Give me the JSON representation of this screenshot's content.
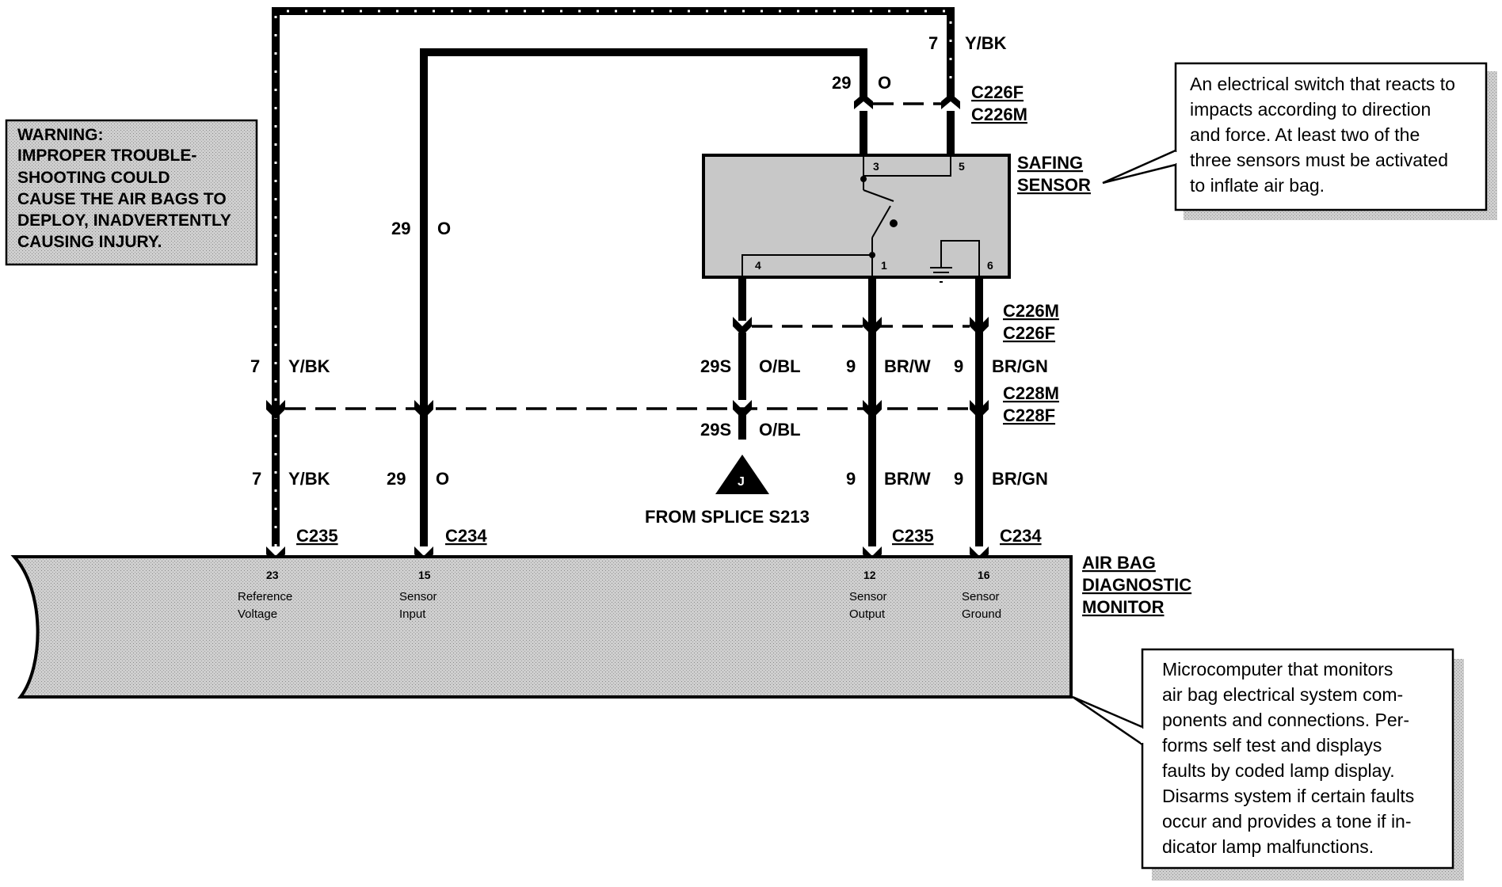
{
  "warning": {
    "lines": [
      "WARNING:",
      "IMPROPER TROUBLE-",
      "SHOOTING COULD",
      "CAUSE THE AIR BAGS TO",
      "DEPLOY, INADVERTENTLY",
      "CAUSING INJURY."
    ]
  },
  "safing_sensor": {
    "label_line1": "SAFING",
    "label_line2": "SENSOR",
    "pins": [
      "3",
      "5",
      "4",
      "1",
      "6"
    ],
    "note_lines": [
      "An electrical switch that reacts to",
      "impacts according to direction",
      "and force. At least two of the",
      "three sensors must be activated",
      "to inflate air bag."
    ]
  },
  "monitor": {
    "label_lines": [
      "AIR BAG",
      "DIAGNOSTIC",
      "MONITOR"
    ],
    "pins": [
      {
        "num": "23",
        "name1": "Reference",
        "name2": "Voltage"
      },
      {
        "num": "15",
        "name1": "Sensor",
        "name2": "Input"
      },
      {
        "num": "12",
        "name1": "Sensor",
        "name2": "Output"
      },
      {
        "num": "16",
        "name1": "Sensor",
        "name2": "Ground"
      }
    ],
    "note_lines": [
      "Microcomputer that monitors",
      "air bag electrical system com-",
      "ponents and connections. Per-",
      "forms self test and displays",
      "faults by coded lamp display.",
      "Disarms system if certain faults",
      "occur and provides a tone if in-",
      "dicator lamp malfunctions."
    ]
  },
  "connectors": {
    "c226f_top": "C226F",
    "c226m_top": "C226M",
    "c226m_bot": "C226M",
    "c226f_bot": "C226F",
    "c228m": "C228M",
    "c228f": "C228F",
    "c235_left": "C235",
    "c234_left": "C234",
    "c235_right": "C235",
    "c234_right": "C234"
  },
  "wires": {
    "top_7": "7",
    "top_ybk": "Y/BK",
    "top_29": "29",
    "top_o": "O",
    "mid_29": "29",
    "mid_o": "O",
    "left_7a": "7",
    "left_ybk_a": "Y/BK",
    "left_7b": "7",
    "left_ybk_b": "Y/BK",
    "left_29b": "29",
    "left_o_b": "O",
    "s29_a": "29S",
    "obl_a": "O/BL",
    "s29_b": "29S",
    "obl_b": "O/BL",
    "r9_a": "9",
    "brw_a": "BR/W",
    "r9_b": "9",
    "brgn_a": "BR/GN",
    "r9_c": "9",
    "brw_b": "BR/W",
    "r9_d": "9",
    "brgn_b": "BR/GN"
  },
  "splice": {
    "letter": "J",
    "label": "FROM SPLICE S213"
  }
}
